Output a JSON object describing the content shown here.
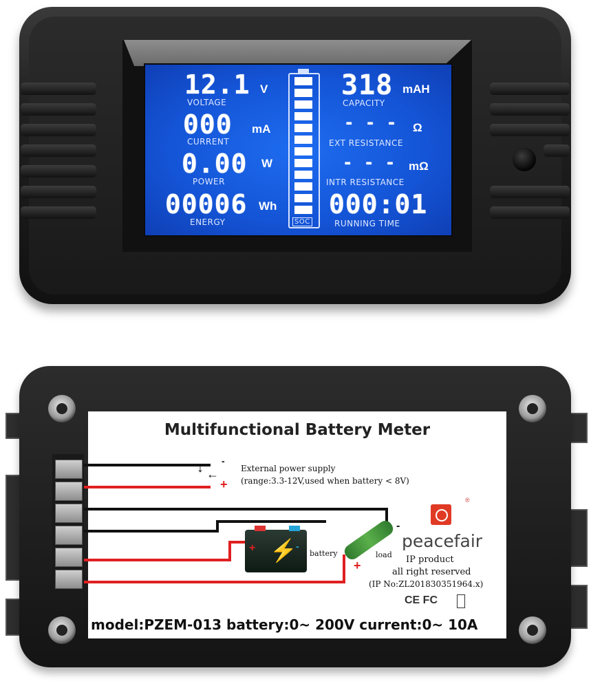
{
  "front": {
    "voltage": {
      "value": "12.1",
      "unit": "V",
      "label": "VOLTAGE"
    },
    "current": {
      "value": "000",
      "unit": "mA",
      "label": "CURRENT"
    },
    "power": {
      "value": "0.00",
      "unit": "W",
      "label": "POWER"
    },
    "energy": {
      "value": "00006",
      "unit": "Wh",
      "label": "ENERGY"
    },
    "capacity": {
      "value": "318",
      "unit": "mAH",
      "label": "CAPACITY"
    },
    "ext_resistance": {
      "value": "- - -",
      "unit": "Ω",
      "label": "EXT RESISTANCE"
    },
    "intr_resistance": {
      "value": "- - -",
      "unit": "mΩ",
      "label": "INTR RESISTANCE"
    },
    "running_time": {
      "value": "000:01",
      "label": "RUNNING TIME"
    },
    "soc": {
      "label": "SOC",
      "bars_lit": 12,
      "bars_total": 12
    }
  },
  "back": {
    "title": "Multifunctional Battery Meter",
    "minus_sign": "-",
    "plus_sign": "+",
    "ext_supply_line1": "External power supply",
    "ext_supply_line2": "(range:3.3-12V,used when battery < 8V)",
    "battery_label": "battery",
    "load_label": "load",
    "brand": "peacefair",
    "ip_product": "IP product",
    "rights": "all right reserved",
    "ip_no": "(IP No:ZL201830351964.x)",
    "cert": "CE FC",
    "registered": "®",
    "model_line": "model:PZEM-013 battery:0~ 200V current:0~ 10A"
  },
  "colors": {
    "lcd_blue": "#1454d6",
    "wire_red": "#e02020",
    "logo_red": "#e03a25"
  }
}
